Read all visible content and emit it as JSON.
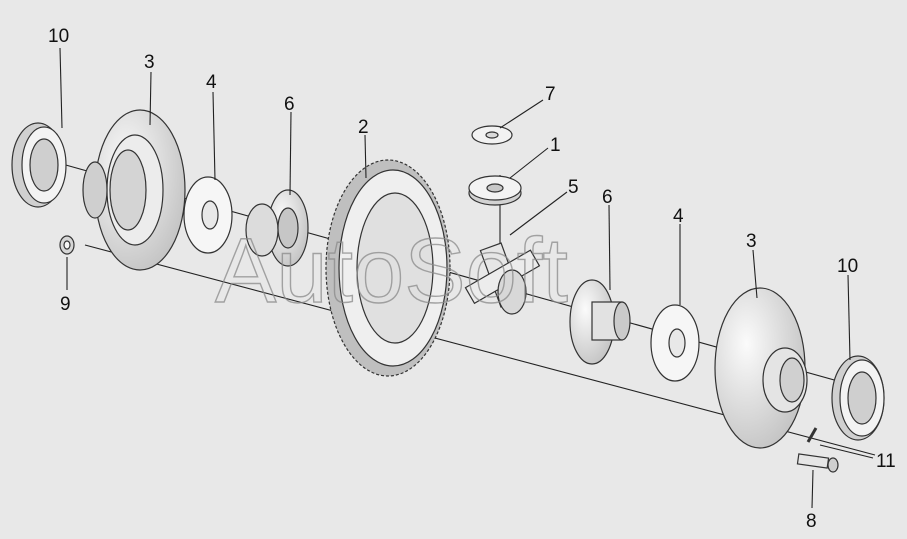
{
  "watermark": "AutoSoft",
  "callouts": [
    {
      "key": "p10a",
      "label": "10"
    },
    {
      "key": "p3a",
      "label": "3"
    },
    {
      "key": "p4a",
      "label": "4"
    },
    {
      "key": "p6a",
      "label": "6"
    },
    {
      "key": "p2",
      "label": "2"
    },
    {
      "key": "p7",
      "label": "7"
    },
    {
      "key": "p1",
      "label": "1"
    },
    {
      "key": "p5",
      "label": "5"
    },
    {
      "key": "p6b",
      "label": "6"
    },
    {
      "key": "p4b",
      "label": "4"
    },
    {
      "key": "p3b",
      "label": "3"
    },
    {
      "key": "p10b",
      "label": "10"
    },
    {
      "key": "p9",
      "label": "9"
    },
    {
      "key": "p11",
      "label": "11"
    },
    {
      "key": "p8",
      "label": "8"
    }
  ],
  "colors": {
    "background": "#e8e8e8",
    "part_fill": "#f4f4f4",
    "part_shade": "#c8c8c8",
    "line": "#222222"
  }
}
